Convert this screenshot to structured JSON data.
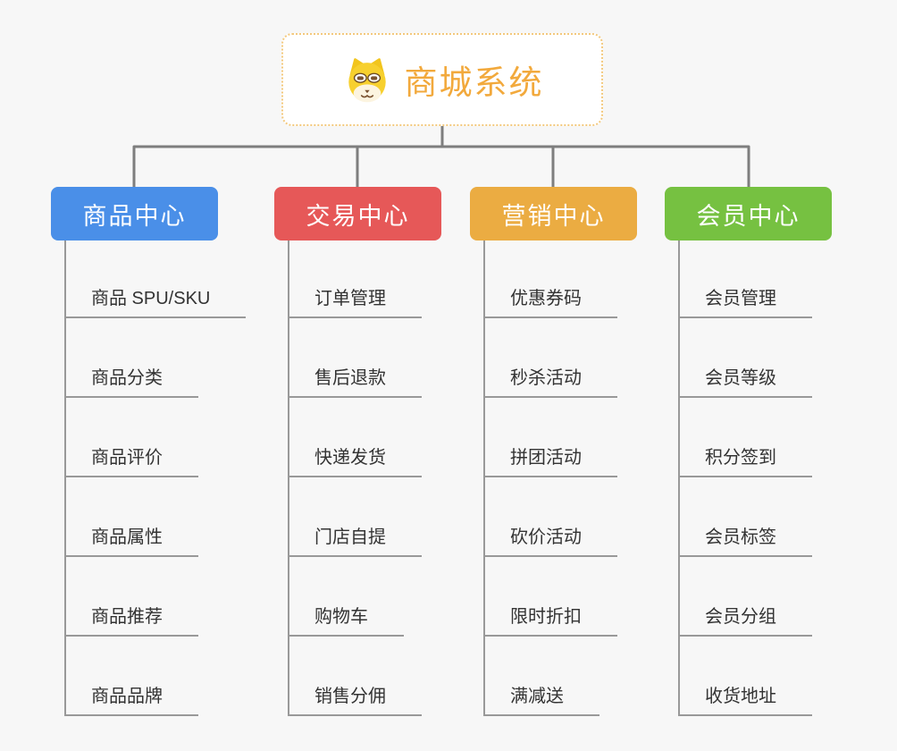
{
  "root": {
    "title": "商城系统",
    "icon": "doge-icon"
  },
  "colors": {
    "background": "#F7F7F7",
    "connector_line": "#7E7E7E",
    "leaf_underline": "#999999",
    "leaf_text": "#333333",
    "root_text": "#F2A93C",
    "root_border": "#F3C97E",
    "doge_yellow": "#F7D02E"
  },
  "branches": [
    {
      "label": "商品中心",
      "color": "#4A8FE8",
      "items": [
        "商品 SPU/SKU",
        "商品分类",
        "商品评价",
        "商品属性",
        "商品推荐",
        "商品品牌"
      ]
    },
    {
      "label": "交易中心",
      "color": "#E65858",
      "items": [
        "订单管理",
        "售后退款",
        "快递发货",
        "门店自提",
        "购物车",
        "销售分佣"
      ]
    },
    {
      "label": "营销中心",
      "color": "#EBAC42",
      "items": [
        "优惠券码",
        "秒杀活动",
        "拼团活动",
        "砍价活动",
        "限时折扣",
        "满减送"
      ]
    },
    {
      "label": "会员中心",
      "color": "#76C141",
      "items": [
        "会员管理",
        "会员等级",
        "积分签到",
        "会员标签",
        "会员分组",
        "收货地址"
      ]
    }
  ]
}
